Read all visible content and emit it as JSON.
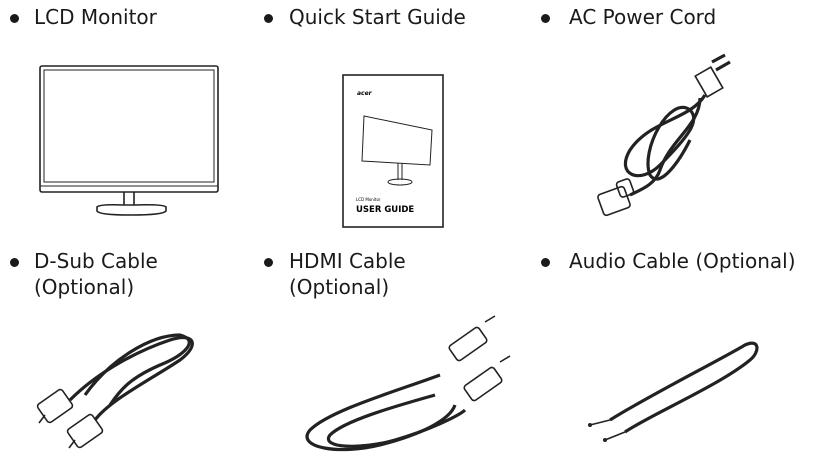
{
  "items": [
    {
      "label": "LCD Monitor",
      "label2": ""
    },
    {
      "label": "Quick Start Guide",
      "label2": ""
    },
    {
      "label": "AC Power Cord",
      "label2": ""
    },
    {
      "label": "D-Sub Cable",
      "label2": "(Optional)"
    },
    {
      "label": "HDMI Cable",
      "label2": "(Optional)"
    },
    {
      "label": "Audio Cable (Optional)",
      "label2": ""
    }
  ],
  "guide": {
    "brand": "acer",
    "subtitle": "LCD Monitor",
    "title": "USER GUIDE"
  }
}
